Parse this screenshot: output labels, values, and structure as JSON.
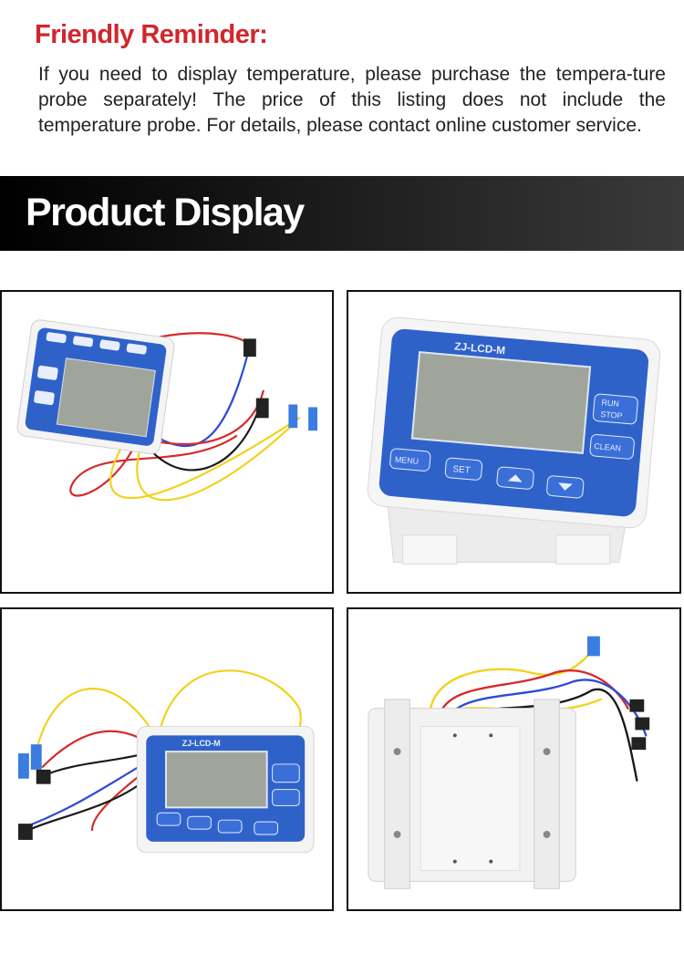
{
  "reminder": {
    "title": "Friendly Reminder:",
    "body": "If you need to display temperature, please purchase the tempera-ture probe separately! The price of this listing does not include the temperature probe. For details, please contact online customer service."
  },
  "banner": {
    "title": "Product Display"
  },
  "device": {
    "model": "ZJ-LCD-M",
    "buttons": {
      "run": "RUN",
      "stop": "STOP",
      "clean": "CLEAN",
      "menu": "MENU",
      "set": "SET"
    }
  },
  "colors": {
    "accent_red": "#d2262b",
    "panel_blue": "#2f62c9",
    "lcd": "#9fa59a",
    "wire_red": "#d62a2a",
    "wire_yellow": "#f2d21c",
    "wire_blue": "#2c4bd6",
    "wire_black": "#1a1a1a"
  }
}
